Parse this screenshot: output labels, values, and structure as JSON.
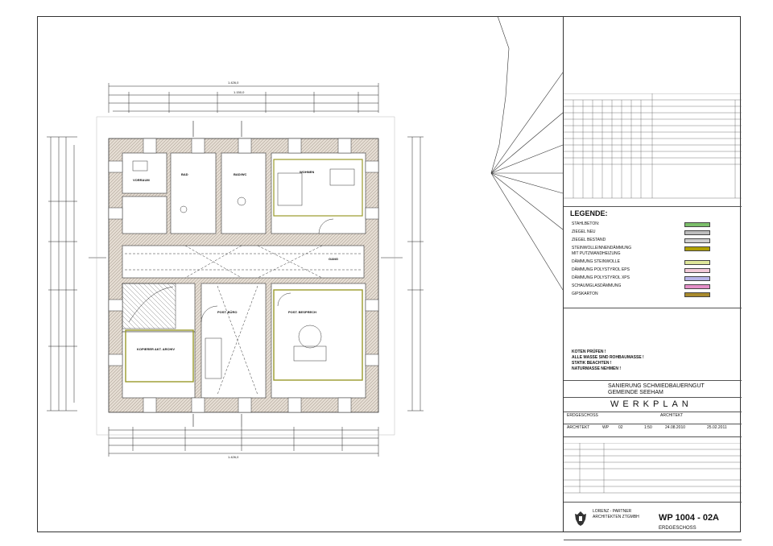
{
  "sheet": {
    "header_note": "SANIERUNG SCHMIEDBAUERNGUT",
    "legend": {
      "title": "LEGENDE:",
      "items": [
        {
          "label": "STAHLBETON:",
          "color": "#7bbf6a"
        },
        {
          "label": "ZIEGEL NEU",
          "color": "#bdbdbd"
        },
        {
          "label": "ZIEGEL BESTAND",
          "color": "#cfcfcf"
        },
        {
          "label": "STEINWOLLEINNENDÄMMUNG",
          "label2": "MIT PUTZWANDHEIZUNG",
          "color": "#b0a000"
        },
        {
          "label": "DÄMMUNG STEINWOLLE",
          "color": "#dfe79a"
        },
        {
          "label": "DÄMMUNG POLYSTYROL EPS",
          "color": "#f2c9d8"
        },
        {
          "label": "DÄMMUNG POLYSTYROL XPS",
          "color": "#b7b4ea"
        },
        {
          "label": "SCHAUMGLASDÄMMUNG",
          "color": "#e58fc8"
        },
        {
          "label": "GIPSKARTON",
          "color": "#a88a2c"
        }
      ]
    },
    "notes": {
      "line1": "KOTEN PRÜFEN !",
      "line2": "ALLE MASSE SIND ROHBAUMASSE !",
      "line3": "STATIK BEACHTEN !",
      "line4": "NATURMASSE NEHMEN !"
    },
    "project": {
      "title1": "SANIERUNG SCHMIEDBAUERNGUT",
      "title2": "GEMEINDE SEEHAM",
      "werkplan": "WERKPLAN",
      "floor": "ERDGESCHOSS",
      "architect_label": "ARCHITEKT",
      "scale": "1:50",
      "date1": "24.08.2010",
      "date2": "25.02.2011",
      "wp": "WP",
      "wp_no": "02",
      "office1": "LORENZ - PARTNER",
      "office2": "ARCHITEKTEN ZTGMBH",
      "plan_no": "WP 1004 - 02A",
      "plan_floor": "ERDGESCHOSS"
    },
    "dims": {
      "top_total": "1.426,0",
      "top_inner": "1.150,0",
      "bottom_total": "1.426,0"
    },
    "rooms": {
      "r1": "VORRAUM",
      "r2": "BAD",
      "r3": "BAD/WC",
      "r4": "WOHNEN",
      "r5": "GANG",
      "r6": "KOPIERER AKT. ARCHIV",
      "r7": "POST. BÜRO",
      "r8": "POST. BESPRECH"
    }
  }
}
